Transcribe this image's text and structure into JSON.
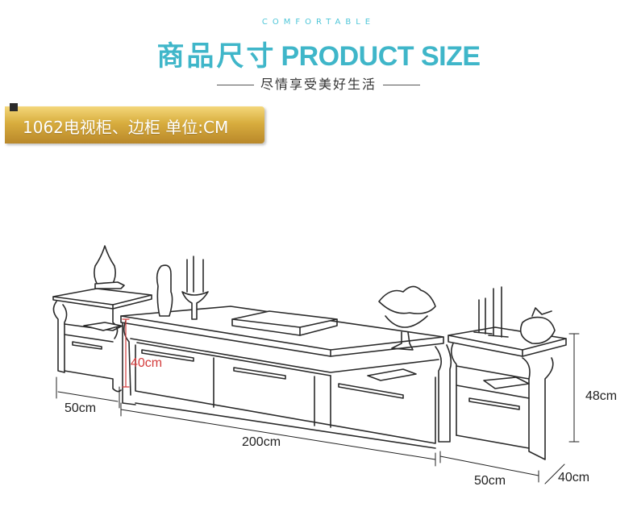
{
  "header": {
    "eyebrow": "COMFORTABLE",
    "title_cn": "商品尺寸",
    "title_en": "PRODUCT SIZE",
    "subtitle": "尽情享受美好生活"
  },
  "banner": {
    "text": "1062电视柜、边柜 单位:CM"
  },
  "dimensions": {
    "left_width": "50cm",
    "inner_height": "40cm",
    "main_length": "200cm",
    "right_width": "50cm",
    "right_height": "48cm",
    "depth": "40cm"
  },
  "colors": {
    "accent": "#3fb6c9",
    "banner_gold": "#d8ad3e",
    "dimension_red": "#d33b3b"
  }
}
